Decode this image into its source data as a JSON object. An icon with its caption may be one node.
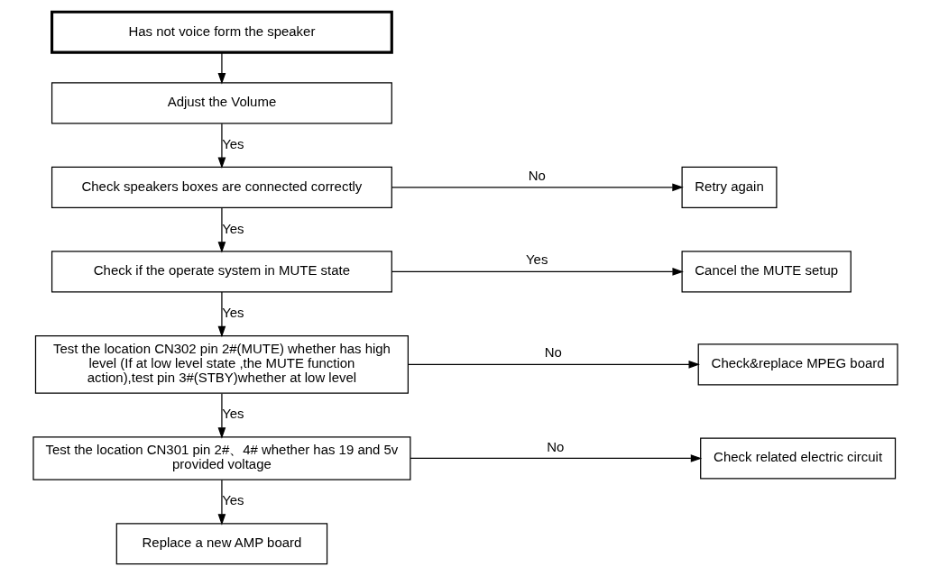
{
  "diagram": {
    "nodes": [
      {
        "text": [
          "Has not voice form the speaker"
        ]
      },
      {
        "text": [
          "Adjust the Volume"
        ]
      },
      {
        "text": [
          "Check speakers boxes are connected correctly"
        ]
      },
      {
        "text": [
          "Retry again"
        ]
      },
      {
        "text": [
          "Check if the operate system in MUTE state"
        ]
      },
      {
        "text": [
          "Cancel the MUTE setup"
        ]
      },
      {
        "text": [
          "Test the location CN302 pin 2#(MUTE) whether has high level (If at low level state ,the MUTE function action),test pin 3#(STBY)whether at low level"
        ]
      },
      {
        "text": [
          "Check&replace MPEG board"
        ]
      },
      {
        "text": [
          "Test the location CN301 pin 2#、4# whether has 19 and 5v provided voltage"
        ]
      },
      {
        "text": [
          "Check related electric circuit"
        ]
      },
      {
        "text": [
          "Replace a new AMP board"
        ]
      }
    ],
    "edges": [
      {
        "from": 0,
        "to": 1,
        "arrow": "to"
      },
      {
        "from": 1,
        "to": 2,
        "arrow": "to",
        "label": "Yes"
      },
      {
        "from": 2,
        "to": 3,
        "arrow": "to",
        "label": "No"
      },
      {
        "from": 2,
        "to": 4,
        "arrow": "to",
        "label": "Yes"
      },
      {
        "from": 4,
        "to": 5,
        "arrow": "to",
        "label": "Yes"
      },
      {
        "from": 4,
        "to": 6,
        "arrow": "to",
        "label": "Yes"
      },
      {
        "from": 6,
        "to": 7,
        "arrow": "to",
        "label": "No"
      },
      {
        "from": 6,
        "to": 8,
        "arrow": "to",
        "label": "Yes"
      },
      {
        "from": 8,
        "to": 9,
        "arrow": "to",
        "label": "No"
      },
      {
        "from": 8,
        "to": 10,
        "arrow": "to",
        "label": "Yes"
      }
    ]
  }
}
